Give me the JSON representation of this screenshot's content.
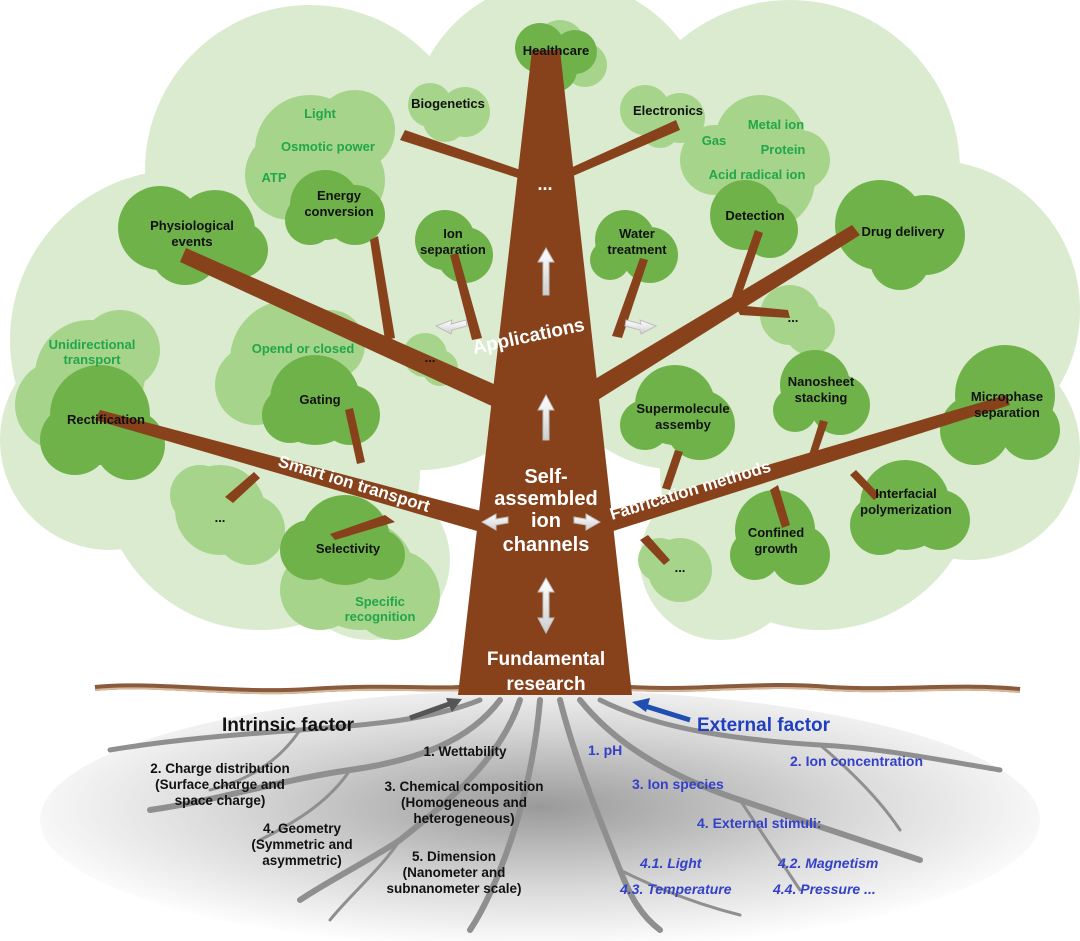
{
  "center": {
    "line1": "Self-",
    "line2": "assembled",
    "line3": "ion",
    "line4": "channels"
  },
  "fundamental": {
    "line1": "Fundamental",
    "line2": "research"
  },
  "branches": {
    "applications": "Applications",
    "smart": "Smart ion transport",
    "fabrication": "Fabrication methods"
  },
  "apps": {
    "healthcare": "Healthcare",
    "biogenetics": "Biogenetics",
    "electronics": "Electronics",
    "top_more": "...",
    "physio1": "Physiological",
    "physio2": "events",
    "energy1": "Energy",
    "energy2": "conversion",
    "ionsep1": "Ion",
    "ionsep2": "separation",
    "water1": "Water",
    "water2": "treatment",
    "detection": "Detection",
    "drug": "Drug delivery",
    "more_left": "...",
    "more_right": "..."
  },
  "apps_sub": {
    "light": "Light",
    "osmotic": "Osmotic power",
    "atp": "ATP",
    "gas": "Gas",
    "metal": "Metal ion",
    "protein": "Protein",
    "acid": "Acid radical ion"
  },
  "smart": {
    "rectification": "Rectification",
    "unidir1": "Unidirectional",
    "unidir2": "transport",
    "gating": "Gating",
    "opend": "Opend or closed",
    "selectivity": "Selectivity",
    "specific1": "Specific",
    "specific2": "recognition",
    "more": "..."
  },
  "fab": {
    "supra1": "Supermolecule",
    "supra2": "assemby",
    "nano1": "Nanosheet",
    "nano2": "stacking",
    "micro1": "Microphase",
    "micro2": "separation",
    "inter1": "Interfacial",
    "inter2": "polymerization",
    "confined1": "Confined",
    "confined2": "growth",
    "more": "..."
  },
  "roots": {
    "intrinsic": "Intrinsic factor",
    "external": "External factor",
    "i1": "1. Wettability",
    "i2a": "2. Charge distribution",
    "i2b": "(Surface charge and",
    "i2c": "space charge)",
    "i3a": "3. Chemical composition",
    "i3b": "(Homogeneous and",
    "i3c": "heterogeneous)",
    "i4a": "4. Geometry",
    "i4b": "(Symmetric and",
    "i4c": "asymmetric)",
    "i5a": "5. Dimension",
    "i5b": "(Nanometer and",
    "i5c": "subnanometer scale)",
    "e1": "1. pH",
    "e2": "2. Ion concentration",
    "e3": "3. Ion species",
    "e4": "4. External stimuli:",
    "e41": "4.1. Light",
    "e42": "4.2. Magnetism",
    "e43": "4.3. Temperature",
    "e44": "4.4. Pressure ..."
  },
  "colors": {
    "trunk": "#87421c",
    "leaf": "#70b24a",
    "leaf_light": "#a6d48b",
    "canopy": "#dbebcf",
    "blue": "#3340c8",
    "green_text": "#22a64a"
  }
}
